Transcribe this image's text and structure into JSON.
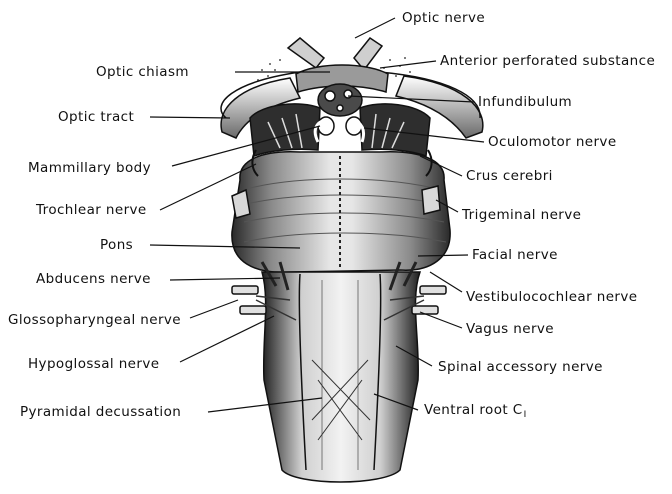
{
  "figure": {
    "labels": {
      "optic_nerve": "Optic nerve",
      "optic_chiasm": "Optic chiasm",
      "anterior_perforated_substance": "Anterior perforated substance",
      "infundibulum": "Infundibulum",
      "optic_tract": "Optic tract",
      "oculomotor_nerve": "Oculomotor nerve",
      "mammillary_body": "Mammillary body",
      "crus_cerebri": "Crus cerebri",
      "trochlear_nerve": "Trochlear nerve",
      "trigeminal_nerve": "Trigeminal nerve",
      "pons": "Pons",
      "facial_nerve": "Facial nerve",
      "abducens_nerve": "Abducens nerve",
      "vestibulocochlear_nerve": "Vestibulocochlear nerve",
      "glossopharyngeal_nerve": "Glossopharyngeal nerve",
      "vagus_nerve": "Vagus nerve",
      "hypoglossal_nerve": "Hypoglossal nerve",
      "spinal_accessory_nerve": "Spinal accessory nerve",
      "pyramidal_decussation": "Pyramidal decussation",
      "ventral_root": "Ventral root C",
      "ventral_root_sub": "I"
    },
    "colors": {
      "ink": "#111111",
      "paper": "#ffffff",
      "shade": "#3a3a3a"
    }
  }
}
